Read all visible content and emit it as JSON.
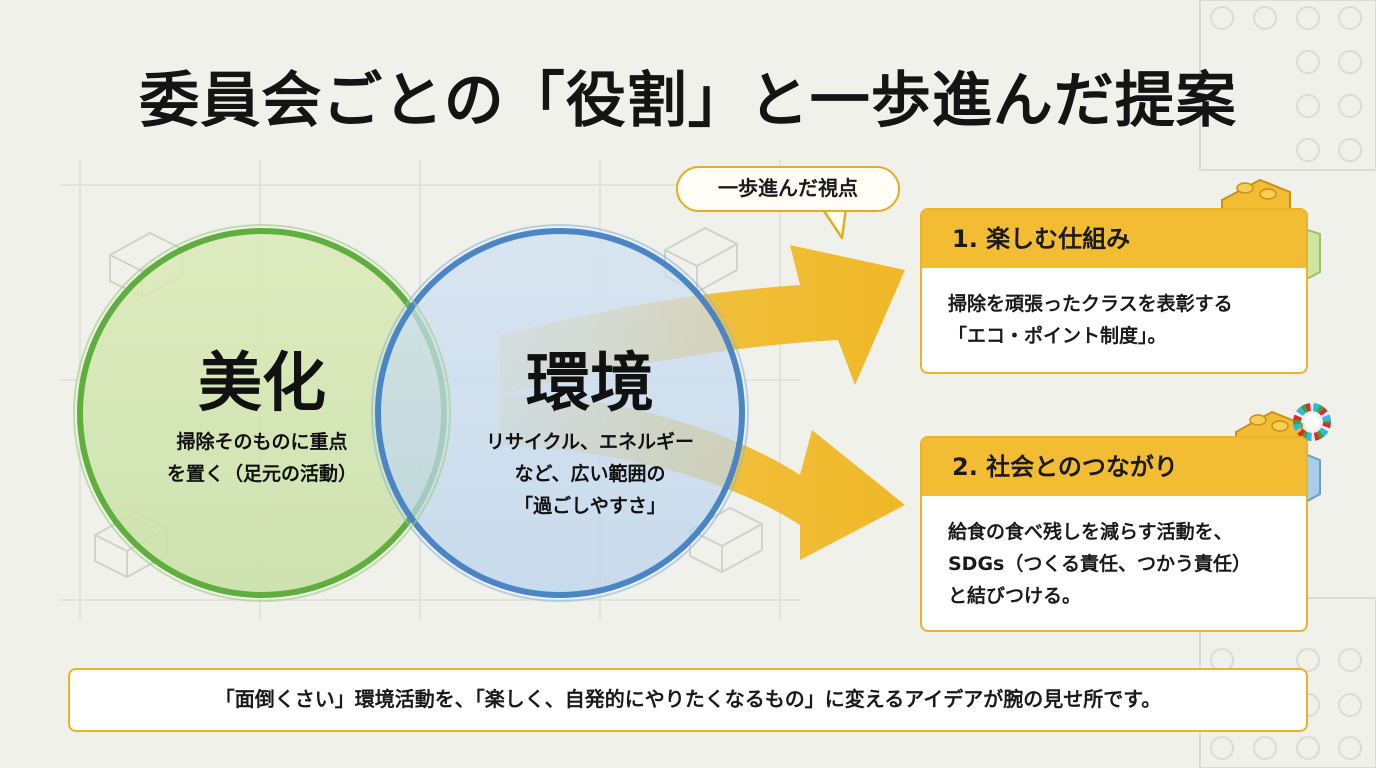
{
  "title": "委員会ごとの「役割」と一歩進んだ提案",
  "circles": {
    "beauty": {
      "title": "美化",
      "desc_line1": "掃除そのものに重点",
      "desc_line2": "を置く（足元の活動）",
      "color": "#5fae3e"
    },
    "environment": {
      "title": "環境",
      "desc_line1": "リサイクル、エネルギー",
      "desc_line2": "など、広い範囲の",
      "desc_line3": "「過ごしやすさ」",
      "color": "#4a86c6"
    }
  },
  "callout": "一歩進んだ視点",
  "cards": [
    {
      "heading": "1. 楽しむ仕組み",
      "line1": "掃除を頑張ったクラスを表彰する",
      "line2": "「エコ・ポイント制度」。"
    },
    {
      "heading": "2. 社会とのつながり",
      "line1": "給食の食べ残しを減らす活動を、",
      "line2": "SDGs（つくる責任、つかう責任）",
      "line3": "と結びつける。"
    }
  ],
  "footer": "「面倒くさい」環境活動を、「楽しく、自発的にやりたくなるもの」に変えるアイデアが腕の見せ所です。",
  "colors": {
    "accent_yellow": "#f2bd32",
    "green": "#5fae3e",
    "blue": "#4a86c6"
  }
}
